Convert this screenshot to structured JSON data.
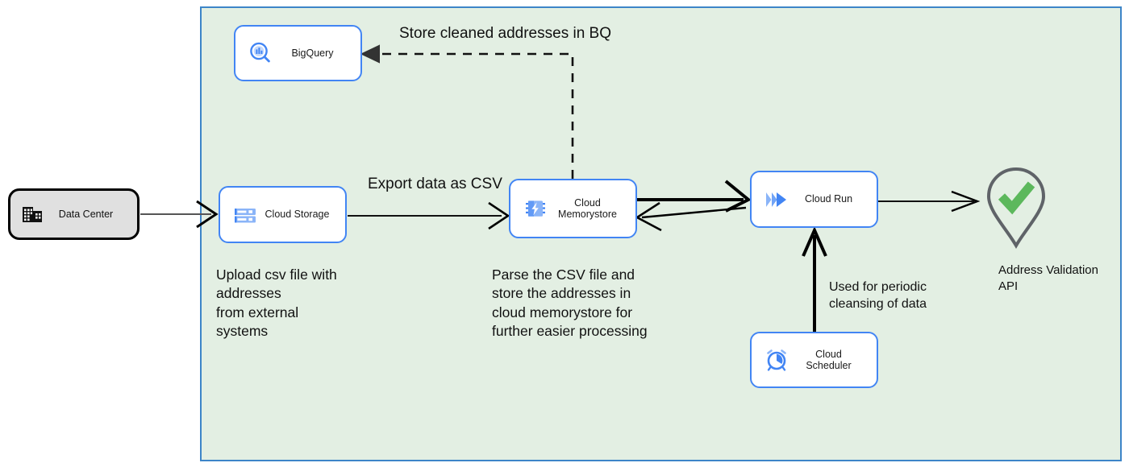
{
  "diagram": {
    "title": "GCP address cleansing architecture",
    "type": "architecture-flow"
  },
  "colors": {
    "cloud_group_fill": "#e3efe3",
    "cloud_group_border": "#3d85c8",
    "gcp_node_border": "#4285f4",
    "gcp_icon_blue": "#4285f4",
    "gcp_icon_blue_light": "#8ab4f8",
    "onprem_fill": "#e0e0e0",
    "onprem_border": "#000000",
    "edge": "#000000",
    "pin_outline": "#5f6368",
    "check_green": "#5cb85c",
    "text": "#111111"
  },
  "cloud_group": {
    "name": "google-cloud-boundary"
  },
  "nodes": [
    {
      "id": "data-center",
      "label": "Data Center",
      "icon": "datacenter-building-icon",
      "style": "onprem"
    },
    {
      "id": "bigquery",
      "label": "BigQuery",
      "icon": "bigquery-icon",
      "style": "gcp"
    },
    {
      "id": "cloud-storage",
      "label": "Cloud Storage",
      "icon": "cloud-storage-icon",
      "style": "gcp"
    },
    {
      "id": "cloud-memorystore",
      "label": "Cloud\nMemorystore",
      "icon": "cloud-memorystore-icon",
      "style": "gcp"
    },
    {
      "id": "cloud-run",
      "label": "Cloud Run",
      "icon": "cloud-run-icon",
      "style": "gcp"
    },
    {
      "id": "cloud-scheduler",
      "label": "Cloud Scheduler",
      "icon": "cloud-scheduler-icon",
      "style": "gcp"
    },
    {
      "id": "address-validation-api",
      "label": "Address Validation\nAPI",
      "icon": "map-pin-check-icon",
      "style": "pin"
    }
  ],
  "edge_labels": {
    "store_bq": "Store cleaned addresses in BQ",
    "export_csv": "Export data as CSV"
  },
  "annotations": {
    "upload": "Upload csv file with\naddresses\nfrom external\nsystems",
    "parse": "Parse the CSV file and\nstore the addresses in\ncloud  memorystore for\nfurther easier processing",
    "scheduler": "Used for periodic\ncleansing of data"
  },
  "node_labels": {
    "data_center": "Data Center",
    "bigquery": "BigQuery",
    "cloud_storage": "Cloud Storage",
    "cloud_memorystore": "Cloud\nMemorystore",
    "cloud_run": "Cloud Run",
    "cloud_scheduler": "Cloud Scheduler",
    "address_validation_api": "Address Validation\nAPI"
  }
}
